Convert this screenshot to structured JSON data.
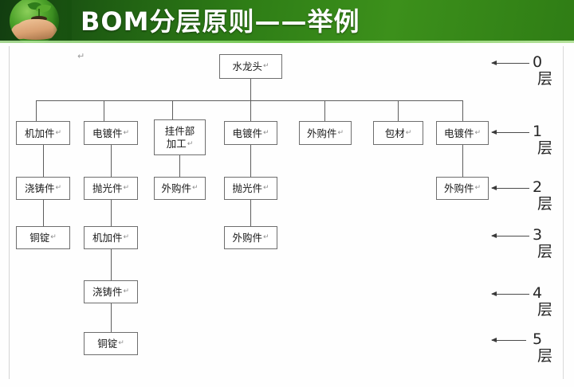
{
  "header": {
    "title": "BOM分层原则——举例",
    "logo_name": "sprout-in-hand-logo",
    "bg_color": "#2e7d16",
    "text_color": "#ffffff"
  },
  "diagram": {
    "type": "tree",
    "root": {
      "label": "水龙头",
      "level": 0
    },
    "level1": [
      {
        "label": "机加件"
      },
      {
        "label": "电镀件"
      },
      {
        "label": "挂件部\n加工"
      },
      {
        "label": "电镀件"
      },
      {
        "label": "外购件"
      },
      {
        "label": "包材"
      },
      {
        "label": "电镀件"
      }
    ],
    "level2": [
      {
        "label": "浇铸件",
        "parent": "机加件"
      },
      {
        "label": "抛光件",
        "parent": "电镀件"
      },
      {
        "label": "外购件",
        "parent": "挂件部加工"
      },
      {
        "label": "抛光件",
        "parent": "电镀件"
      },
      {
        "label": "外购件",
        "parent": "电镀件"
      }
    ],
    "level3": [
      {
        "label": "铜锭",
        "parent": "浇铸件"
      },
      {
        "label": "机加件",
        "parent": "抛光件"
      },
      {
        "label": "外购件",
        "parent": "抛光件"
      }
    ],
    "level4": [
      {
        "label": "浇铸件",
        "parent": "机加件"
      }
    ],
    "level5": [
      {
        "label": "铜锭",
        "parent": "浇铸件"
      }
    ],
    "paragraph_mark": "↵"
  },
  "level_labels": [
    {
      "number": "0",
      "unit": "层"
    },
    {
      "number": "1",
      "unit": "层"
    },
    {
      "number": "2",
      "unit": "层"
    },
    {
      "number": "3",
      "unit": "层"
    },
    {
      "number": "4",
      "unit": "层"
    },
    {
      "number": "5",
      "unit": "层"
    }
  ]
}
